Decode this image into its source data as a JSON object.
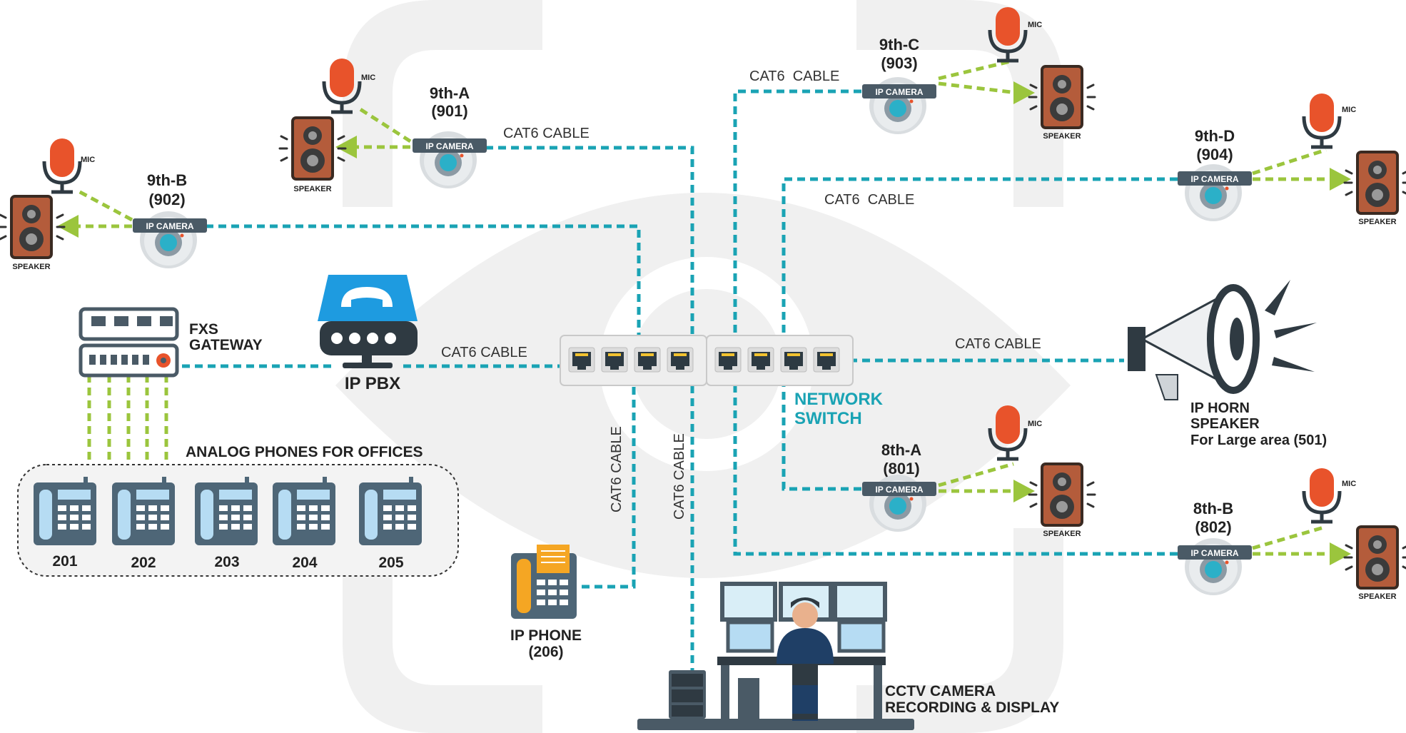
{
  "cable_label": "CAT6 CABLE",
  "cable_label_spaced": "CAT6  CABLE",
  "mic_label": "MIC",
  "speaker_label": "SPEAKER",
  "camera_label": "IP CAMERA",
  "colors": {
    "cable": "#1aa3b4",
    "link": "#9bc53d",
    "gray": "#f0f0f0",
    "dark": "#4a5a66",
    "orange": "#e8532b",
    "blue": "#3b9fe0"
  },
  "stations": [
    {
      "id": "9th-a",
      "name": "9th-A",
      "ext": "(901)"
    },
    {
      "id": "9th-b",
      "name": "9th-B",
      "ext": "(902)"
    },
    {
      "id": "9th-c",
      "name": "9th-C",
      "ext": "(903)"
    },
    {
      "id": "9th-d",
      "name": "9th-D",
      "ext": "(904)"
    },
    {
      "id": "8th-a",
      "name": "8th-A",
      "ext": "(801)"
    },
    {
      "id": "8th-b",
      "name": "8th-B",
      "ext": "(802)"
    }
  ],
  "fxs_gateway": {
    "line1": "FXS",
    "line2": "GATEWAY"
  },
  "ip_pbx": "IP PBX",
  "network_switch": {
    "line1": "NETWORK",
    "line2": "SWITCH"
  },
  "analog_phones": {
    "title": "ANALOG PHONES FOR OFFICES",
    "extensions": [
      "201",
      "202",
      "203",
      "204",
      "205"
    ]
  },
  "ip_phone": {
    "line1": "IP PHONE",
    "line2": "(206)"
  },
  "horn_speaker": {
    "line1": "IP HORN",
    "line2": "SPEAKER",
    "line3": "For Large area (501)"
  },
  "cctv": {
    "line1": "CCTV CAMERA",
    "line2": "RECORDING & DISPLAY"
  }
}
